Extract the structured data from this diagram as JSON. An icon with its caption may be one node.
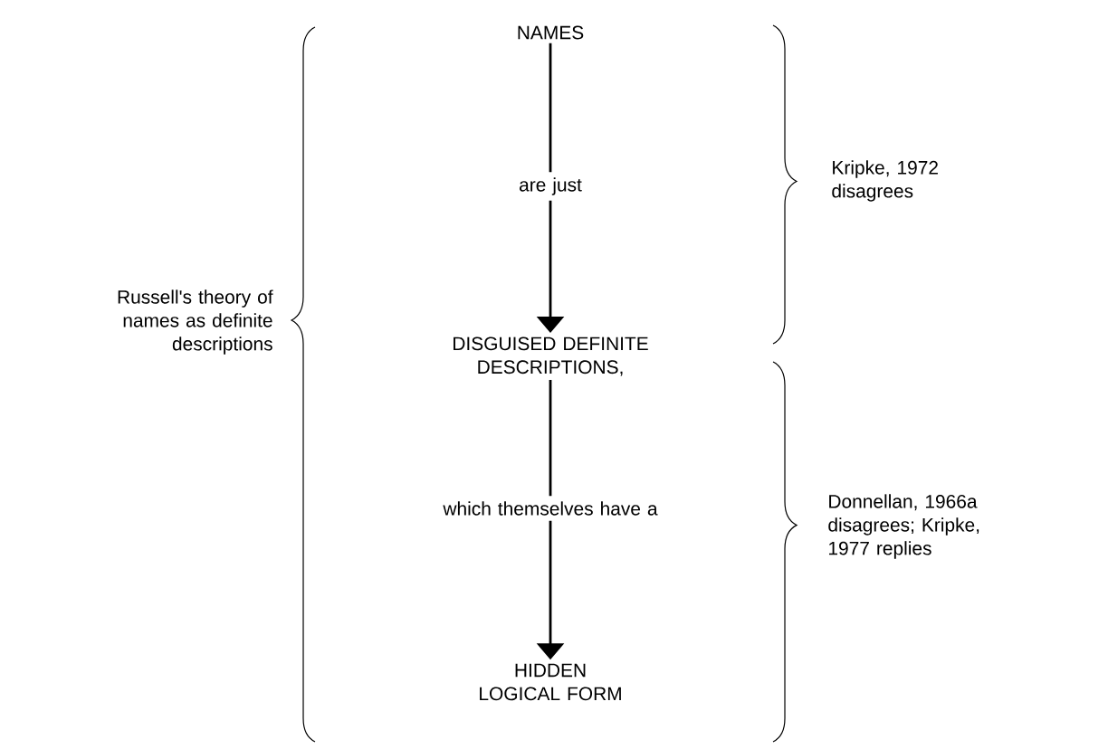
{
  "diagram": {
    "nodes": [
      {
        "text": [
          "NAMES"
        ]
      },
      {
        "text": [
          "DISGUISED DEFINITE DESCRIPTIONS,"
        ]
      },
      {
        "text": [
          "HIDDEN LOGICAL FORM"
        ]
      }
    ],
    "edges": [
      {
        "from": 0,
        "to": 1,
        "arrow": "to",
        "label": "are just"
      },
      {
        "from": 1,
        "to": 2,
        "arrow": "to",
        "label": "which themselves have a"
      }
    ],
    "labels": [
      "Russell's theory of names as definite descriptions",
      "Kripke, 1972 disagrees",
      "Donnellan, 1966a disagrees; Kripke, 1977 replies"
    ]
  }
}
